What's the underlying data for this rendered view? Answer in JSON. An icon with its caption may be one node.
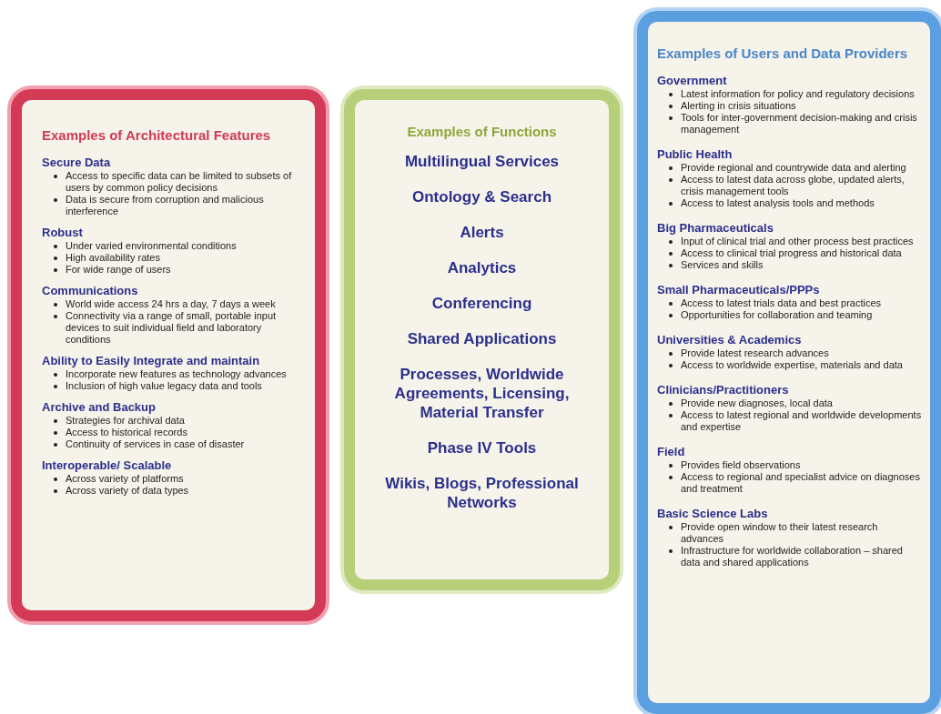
{
  "diagram": {
    "nodes": [
      {
        "text": [
          "Examples of Architectural Features"
        ]
      },
      {
        "text": [
          "Secure Data",
          "Access to specific data can be limited to subsets of users by common policy decisions",
          "Data is secure from corruption and malicious interference"
        ],
        "in": 0
      },
      {
        "text": [
          "Robust",
          "Under varied environmental conditions",
          "High availability rates",
          "For wide range of users"
        ],
        "in": 0
      },
      {
        "text": [
          "Communications",
          "World wide access 24 hrs a day, 7 days a week",
          "Connectivity via a range of small, portable input devices to suit individual field and laboratory conditions"
        ],
        "in": 0
      },
      {
        "text": [
          "Ability to Easily Integrate and maintain",
          "Incorporate new features as technology advances",
          "Inclusion of high value legacy data and tools"
        ],
        "in": 0
      },
      {
        "text": [
          "Archive and Backup",
          "Strategies for archival data",
          "Access to historical records",
          "Continuity of services in case of disaster"
        ],
        "in": 0
      },
      {
        "text": [
          "Interoperable/ Scalable",
          "Across variety of platforms",
          "Across variety of data types"
        ],
        "in": 0
      },
      {
        "text": [
          "Examples of Functions",
          "Multilingual Services",
          "Ontology & Search",
          "Alerts",
          "Analytics",
          "Conferencing",
          "Shared Applications",
          "Processes, Worldwide Agreements, Licensing, Material Transfer",
          "Phase IV Tools",
          "Wikis, Blogs, Professional Networks"
        ]
      },
      {
        "text": [
          "Examples of Users and Data Providers"
        ]
      },
      {
        "text": [
          "Government",
          "Latest information for policy and regulatory decisions",
          "Alerting in crisis situations",
          "Tools for inter-government decision-making and crisis management"
        ],
        "in": 8
      },
      {
        "text": [
          "Public Health",
          "Provide regional and countrywide data and alerting",
          "Access to latest data across globe, updated alerts, crisis management tools",
          "Access to latest analysis tools and methods"
        ],
        "in": 8
      },
      {
        "text": [
          "Big Pharmaceuticals",
          "Input of clinical trial and other process best practices",
          "Access to clinical trial progress and historical data",
          "Services and skills"
        ],
        "in": 8
      },
      {
        "text": [
          "Small Pharmaceuticals/PPPs",
          "Access to latest trials data and best practices",
          "Opportunities for collaboration and teaming"
        ],
        "in": 8
      },
      {
        "text": [
          "Universities & Academics",
          "Provide latest research advances",
          "Access to worldwide expertise, materials and data"
        ],
        "in": 8
      },
      {
        "text": [
          "Clinicians/Practitioners",
          "Provide new diagnoses, local data",
          "Access to latest regional and worldwide developments and expertise"
        ],
        "in": 8
      },
      {
        "text": [
          "Field",
          "Provides field observations",
          "Access to regional and specialist advice on diagnoses and treatment"
        ],
        "in": 8
      },
      {
        "text": [
          "Basic Science Labs",
          "Provide open window to their latest research advances",
          "Infrastructure for worldwide collaboration – shared data and shared applications"
        ],
        "in": 8
      }
    ]
  }
}
